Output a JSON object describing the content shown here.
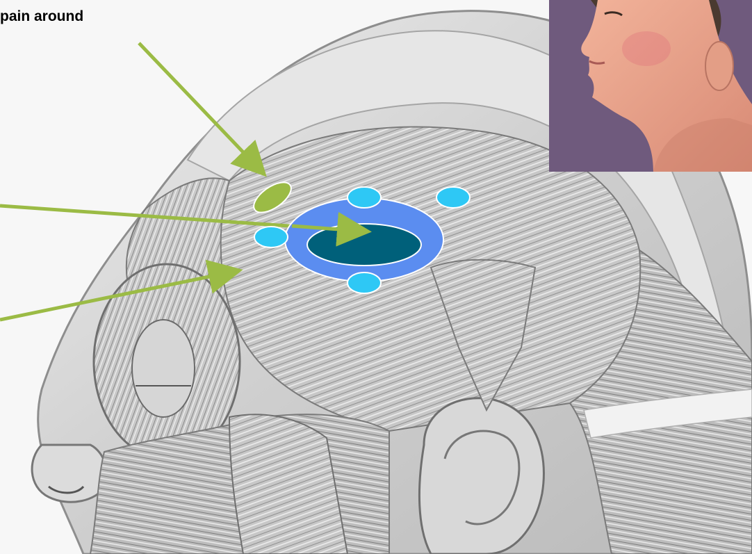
{
  "caption": "pain around",
  "colors": {
    "arrow": "#9bbb45",
    "spot_green": "#9bbb45",
    "spot_cyan": "#2ec8f5",
    "ring_outer": "#5b8df0",
    "ring_inner": "#00607a",
    "ring_border": "#ffffff"
  },
  "icons": {
    "inset_photo": "head-profile-photo",
    "anatomy": "head-muscle-anatomy"
  }
}
